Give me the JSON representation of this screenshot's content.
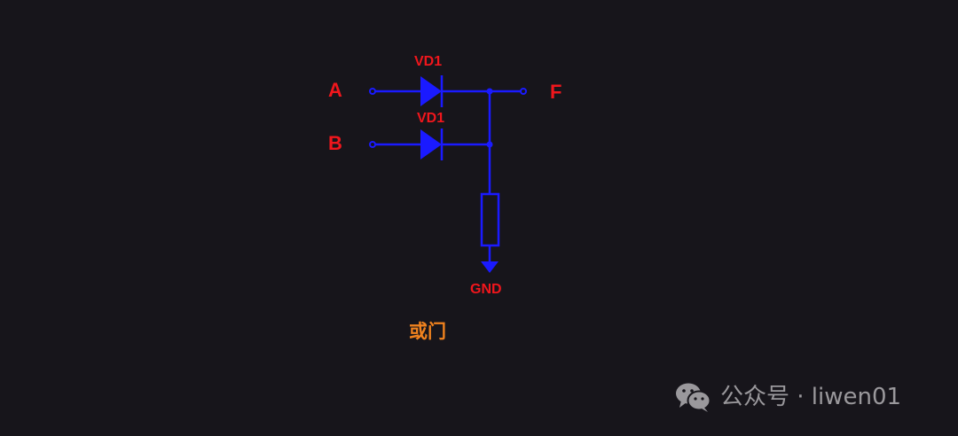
{
  "diagram": {
    "title": "或门",
    "type": "diode OR gate schematic",
    "inputs": [
      {
        "label": "A",
        "diode_label": "VD1"
      },
      {
        "label": "B",
        "diode_label": "VD1"
      }
    ],
    "output": {
      "label": "F"
    },
    "ground": {
      "label": "GND"
    },
    "colors": {
      "background": "#17151b",
      "wire": "#1a1aff",
      "label": "#f0161c",
      "caption": "#f0821e",
      "watermark": "#9a989c"
    }
  },
  "watermark": {
    "icon": "wechat-icon",
    "text": "公众号 · liwen01"
  }
}
